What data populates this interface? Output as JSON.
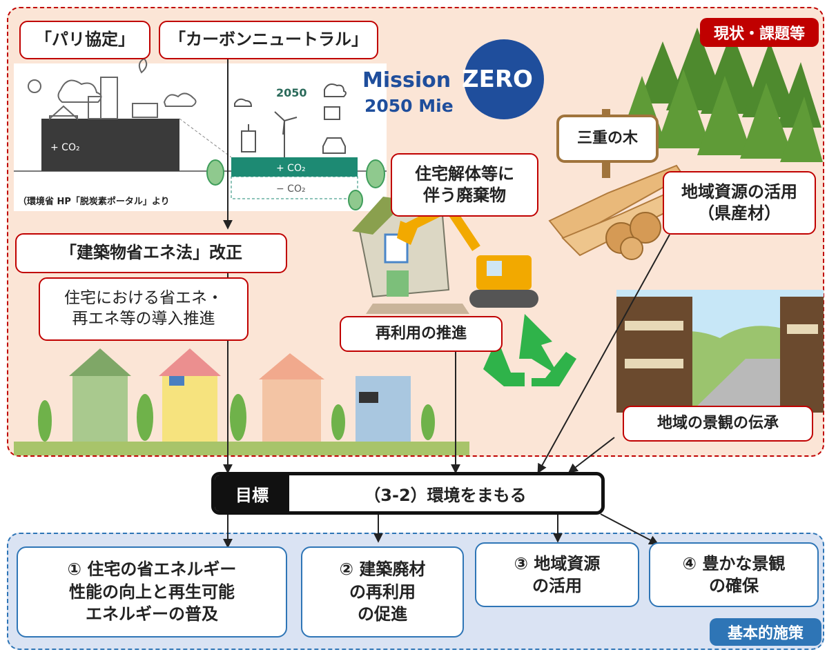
{
  "labels": {
    "status_badge": "現状・課題等",
    "paris": "「パリ協定」",
    "carbon_neutral": "「カーボンニュートラル」",
    "mission_line1": "Mission",
    "mission_zero": "ZERO",
    "mission_line2": "2050 Mie",
    "illustration_year": "2050",
    "co2_plus_left": "+ CO₂",
    "co2_plus_right": "+ CO₂",
    "co2_minus": "− CO₂",
    "source_note": "（環境省 HP「脱炭素ポータル」より",
    "law_revision": "「建築物省エネ法」改正",
    "promotion": "住宅における省エネ・\n再エネ等の導入推進",
    "waste": "住宅解体等に\n伴う廃棄物",
    "reuse": "再利用の推進",
    "mie_wood": "三重の木",
    "local_resource": "地域資源の活用\n（県産材）",
    "landscape": "地域の景観の伝承"
  },
  "goal": {
    "tag": "目標",
    "title": "（3-2）環境をまもる"
  },
  "policies": [
    {
      "label": "①  住宅の省エネルギー\n性能の向上と再生可能\nエネルギーの普及"
    },
    {
      "label": "②  建築廃材\nの再利用\nの促進"
    },
    {
      "label": "③  地域資源\nの活用"
    },
    {
      "label": "④  豊かな景観\nの確保"
    }
  ],
  "basic_badge": "基本的施策",
  "colors": {
    "red": "#c00000",
    "blue": "#2e75b6",
    "peach": "#fbe5d6",
    "lightblue": "#dae3f3",
    "mission_blue": "#1f4e9c"
  }
}
